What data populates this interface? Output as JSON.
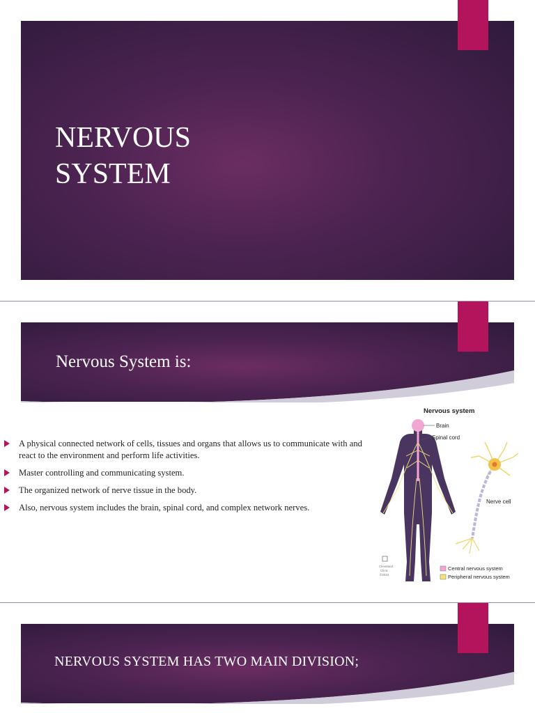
{
  "slides": [
    {
      "title_lines": [
        "NERVOUS",
        "SYSTEM"
      ]
    },
    {
      "title": "Nervous System is:",
      "bullets": [
        "A physical connected network of cells, tissues and organs that allows us to communicate with and react to the environment and perform life activities.",
        "Master controlling and communicating system.",
        "The organized network of nerve tissue in the body.",
        "Also, nervous system includes the brain, spinal cord, and complex network nerves."
      ],
      "figure": {
        "heading": "Nervous system",
        "labels": {
          "brain": "Brain",
          "spinal_cord": "Spinal cord",
          "nerve_cell": "Nerve cell"
        },
        "legend": [
          {
            "label": "Central nervous system",
            "color": "#f2a6d2"
          },
          {
            "label": "Peripheral nervous system",
            "color": "#f4e27a"
          }
        ],
        "credit": [
          "Cleveland",
          "Clinic",
          "©2023"
        ]
      }
    },
    {
      "title": "NERVOUS SYSTEM HAS TWO MAIN DIVISION;"
    }
  ],
  "colors": {
    "accent": "#b4145c",
    "banner_dark": "#2f1a3c",
    "banner_light": "#6b2d62"
  }
}
